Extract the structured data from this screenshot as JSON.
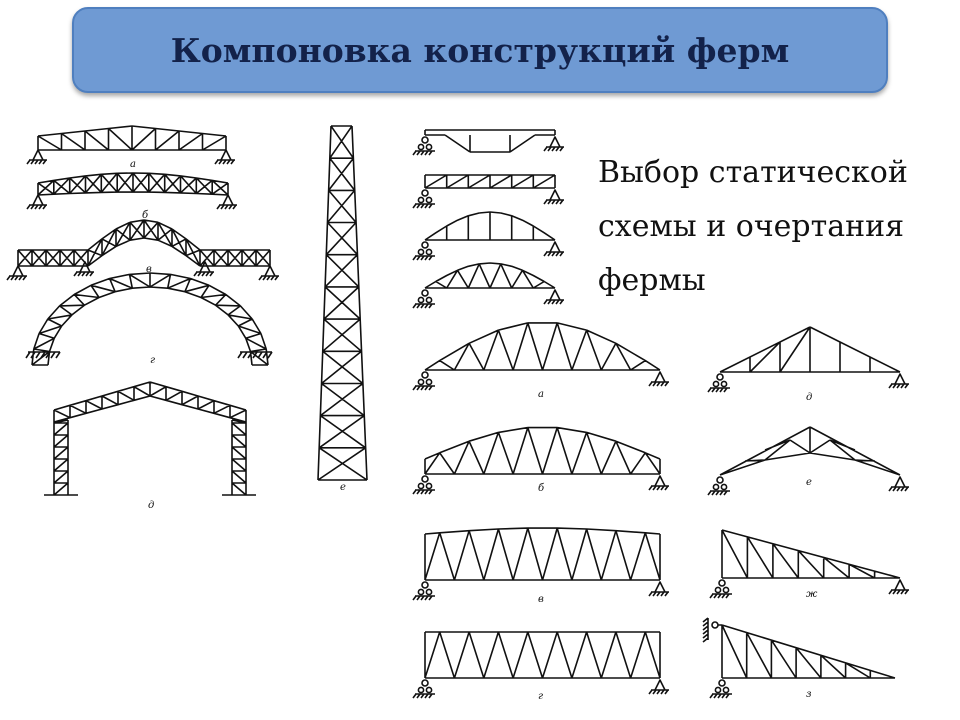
{
  "title": "Компоновка конструкций ферм",
  "description_lines": [
    "Выбор статической",
    "схемы и очертания",
    "фермы"
  ],
  "left_labels": [
    "а",
    "б",
    "в",
    "г",
    "д",
    "е"
  ],
  "right_labels": [
    "а",
    "б",
    "в",
    "г",
    "д",
    "е",
    "ж",
    "з"
  ],
  "colors": {
    "title_bg": "#6f9ad3",
    "title_border": "#4f7fbf",
    "title_text": "#13224a",
    "line": "#111111"
  }
}
